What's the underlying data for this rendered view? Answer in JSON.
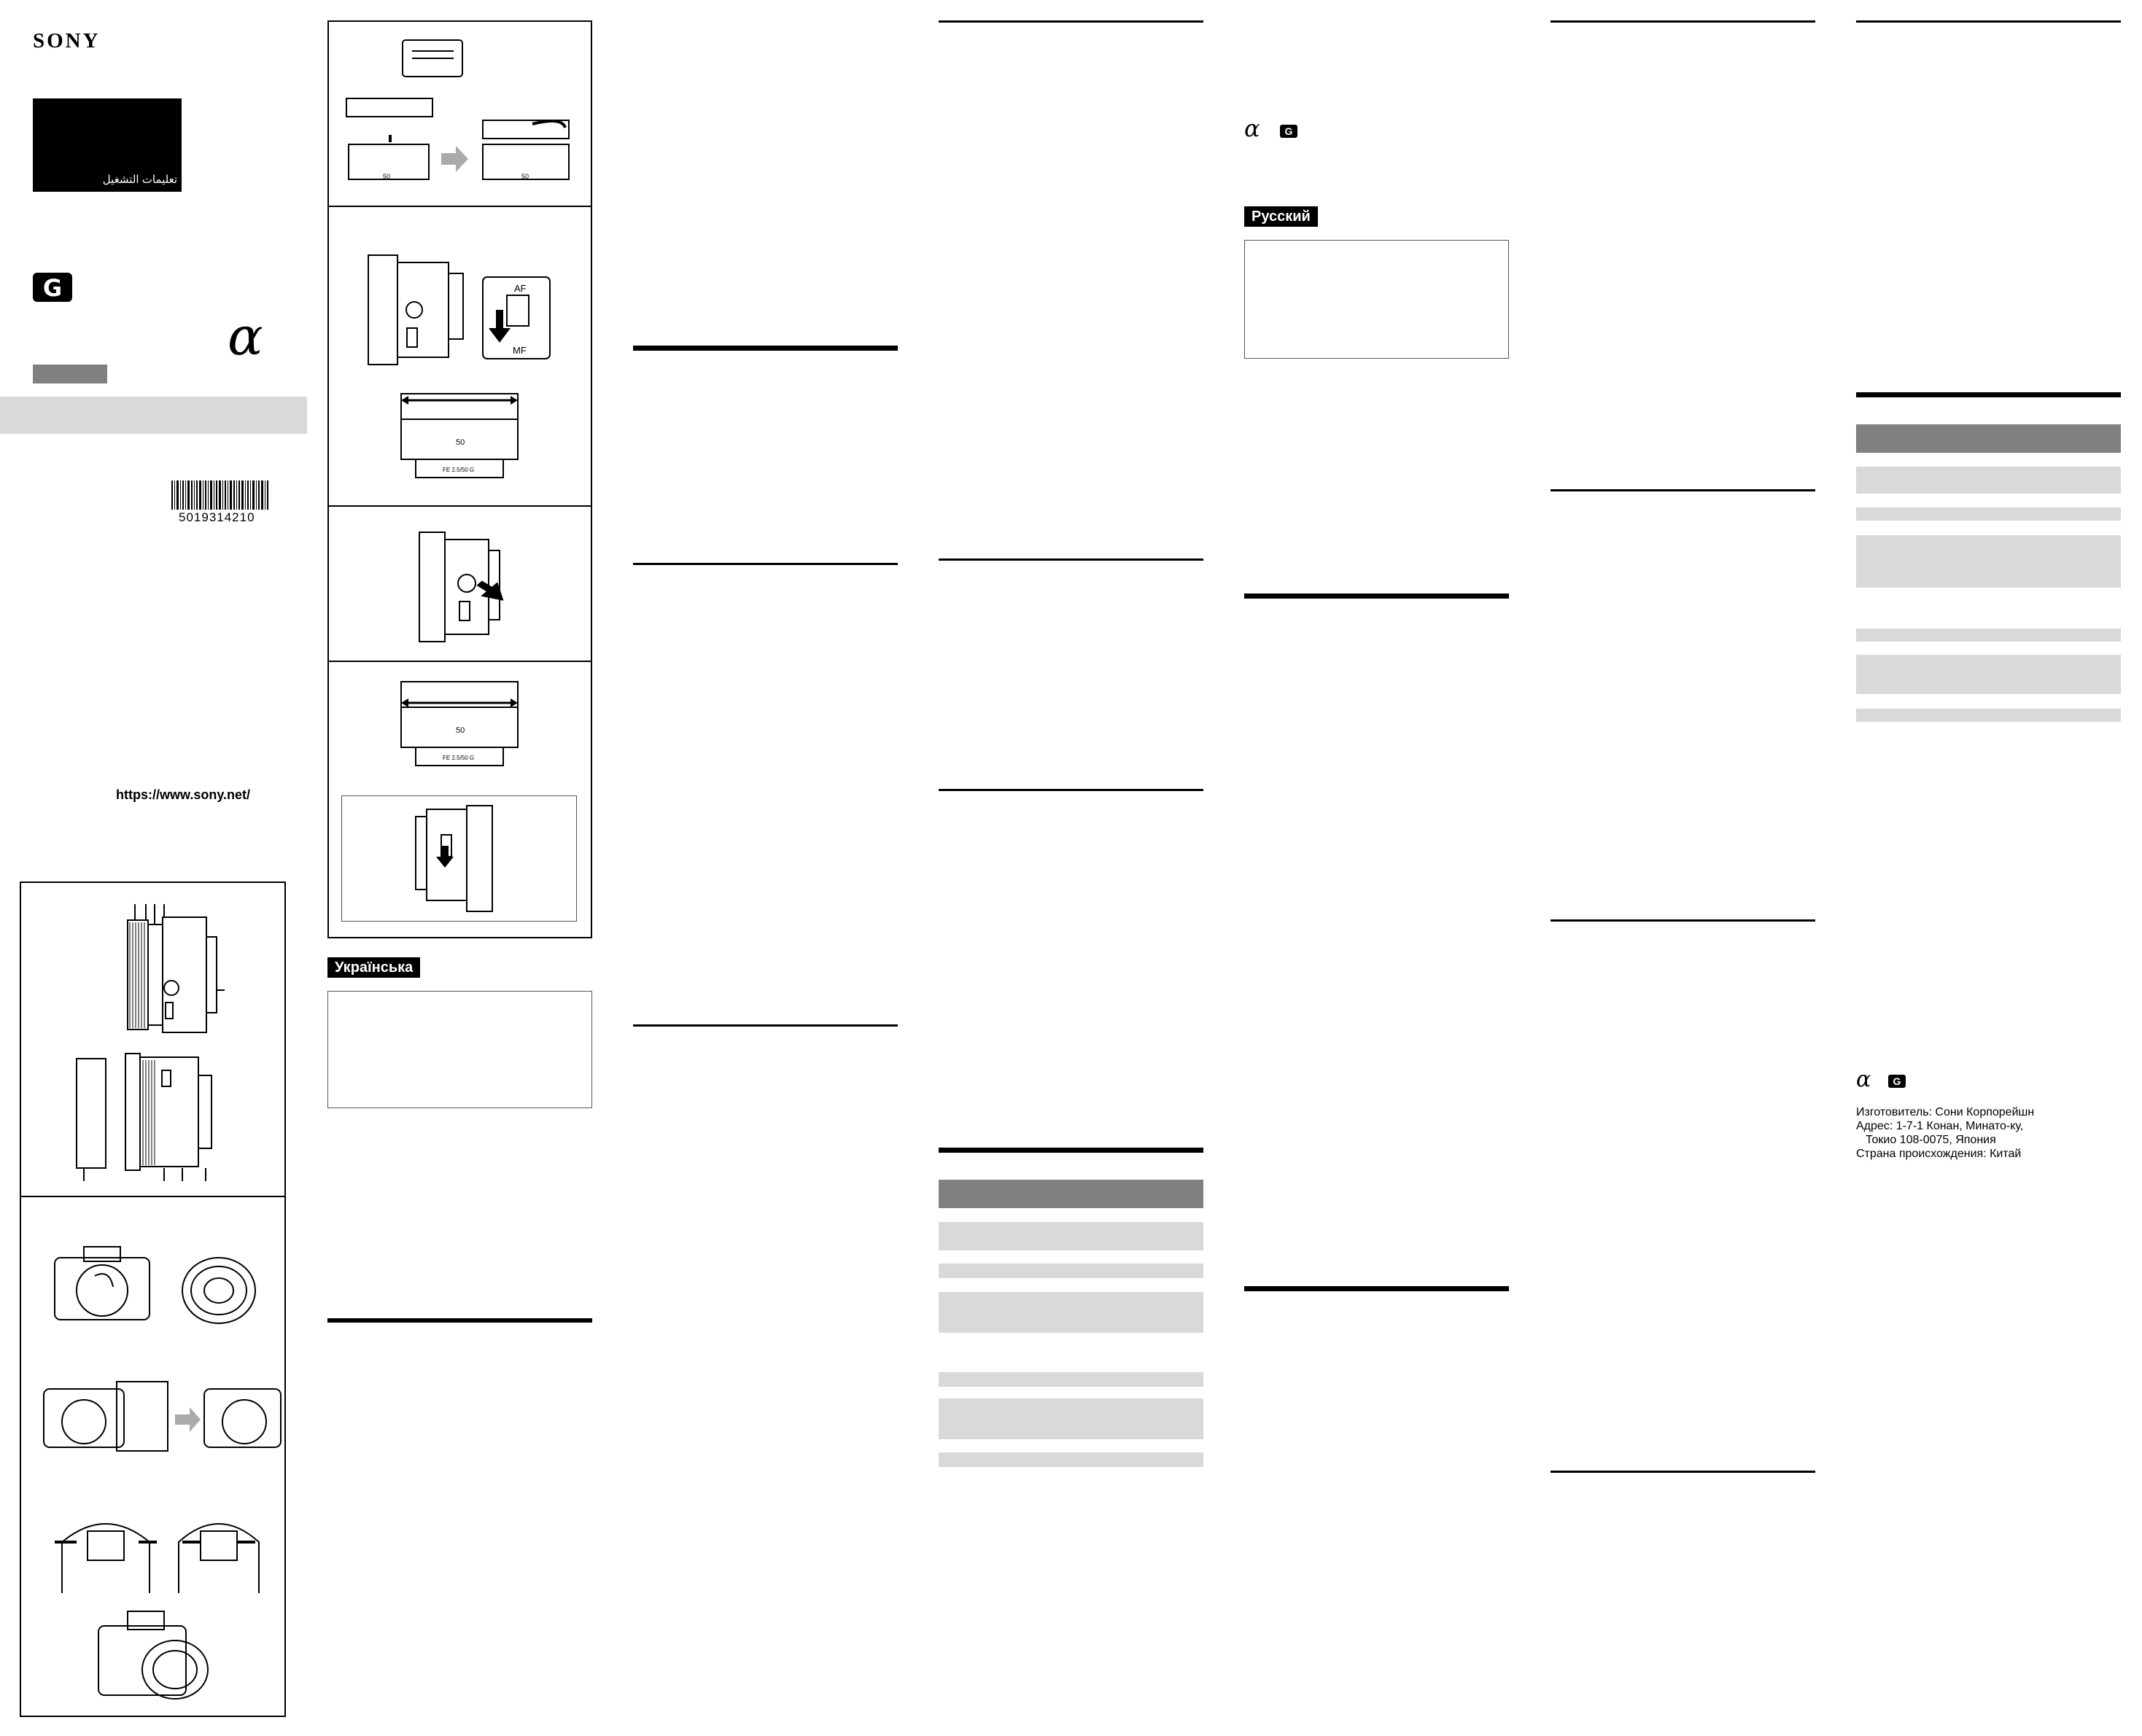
{
  "cover": {
    "brand": "SONY",
    "arabic_label": "تعليمات التشغيل",
    "url": "https://www.sony.net/",
    "barcode_number": "5019314210"
  },
  "logos": {
    "g_lens": "G",
    "alpha": "α"
  },
  "diagram_labels": {
    "af": "AF",
    "mf": "MF",
    "focal_50": "50",
    "lens_name": "FE 2.5/50 G"
  },
  "languages": {
    "ukrainian": "Українська",
    "russian": "Русский"
  },
  "manufacturer_info": {
    "line1": "Изготовитель: Сони Корпорейшн",
    "line2": "Адрес: 1-7-1 Конан, Минато-ку,",
    "line3": "Токио 108-0075, Япония",
    "line4": "Страна происхождения: Китай"
  },
  "colors": {
    "gray_band": "#d9d9d9",
    "table_header": "#808080",
    "black": "#000000"
  },
  "icons": [
    "alpha-logo",
    "g-lens-logo",
    "barcode",
    "lens-diagram",
    "camera-diagram"
  ]
}
